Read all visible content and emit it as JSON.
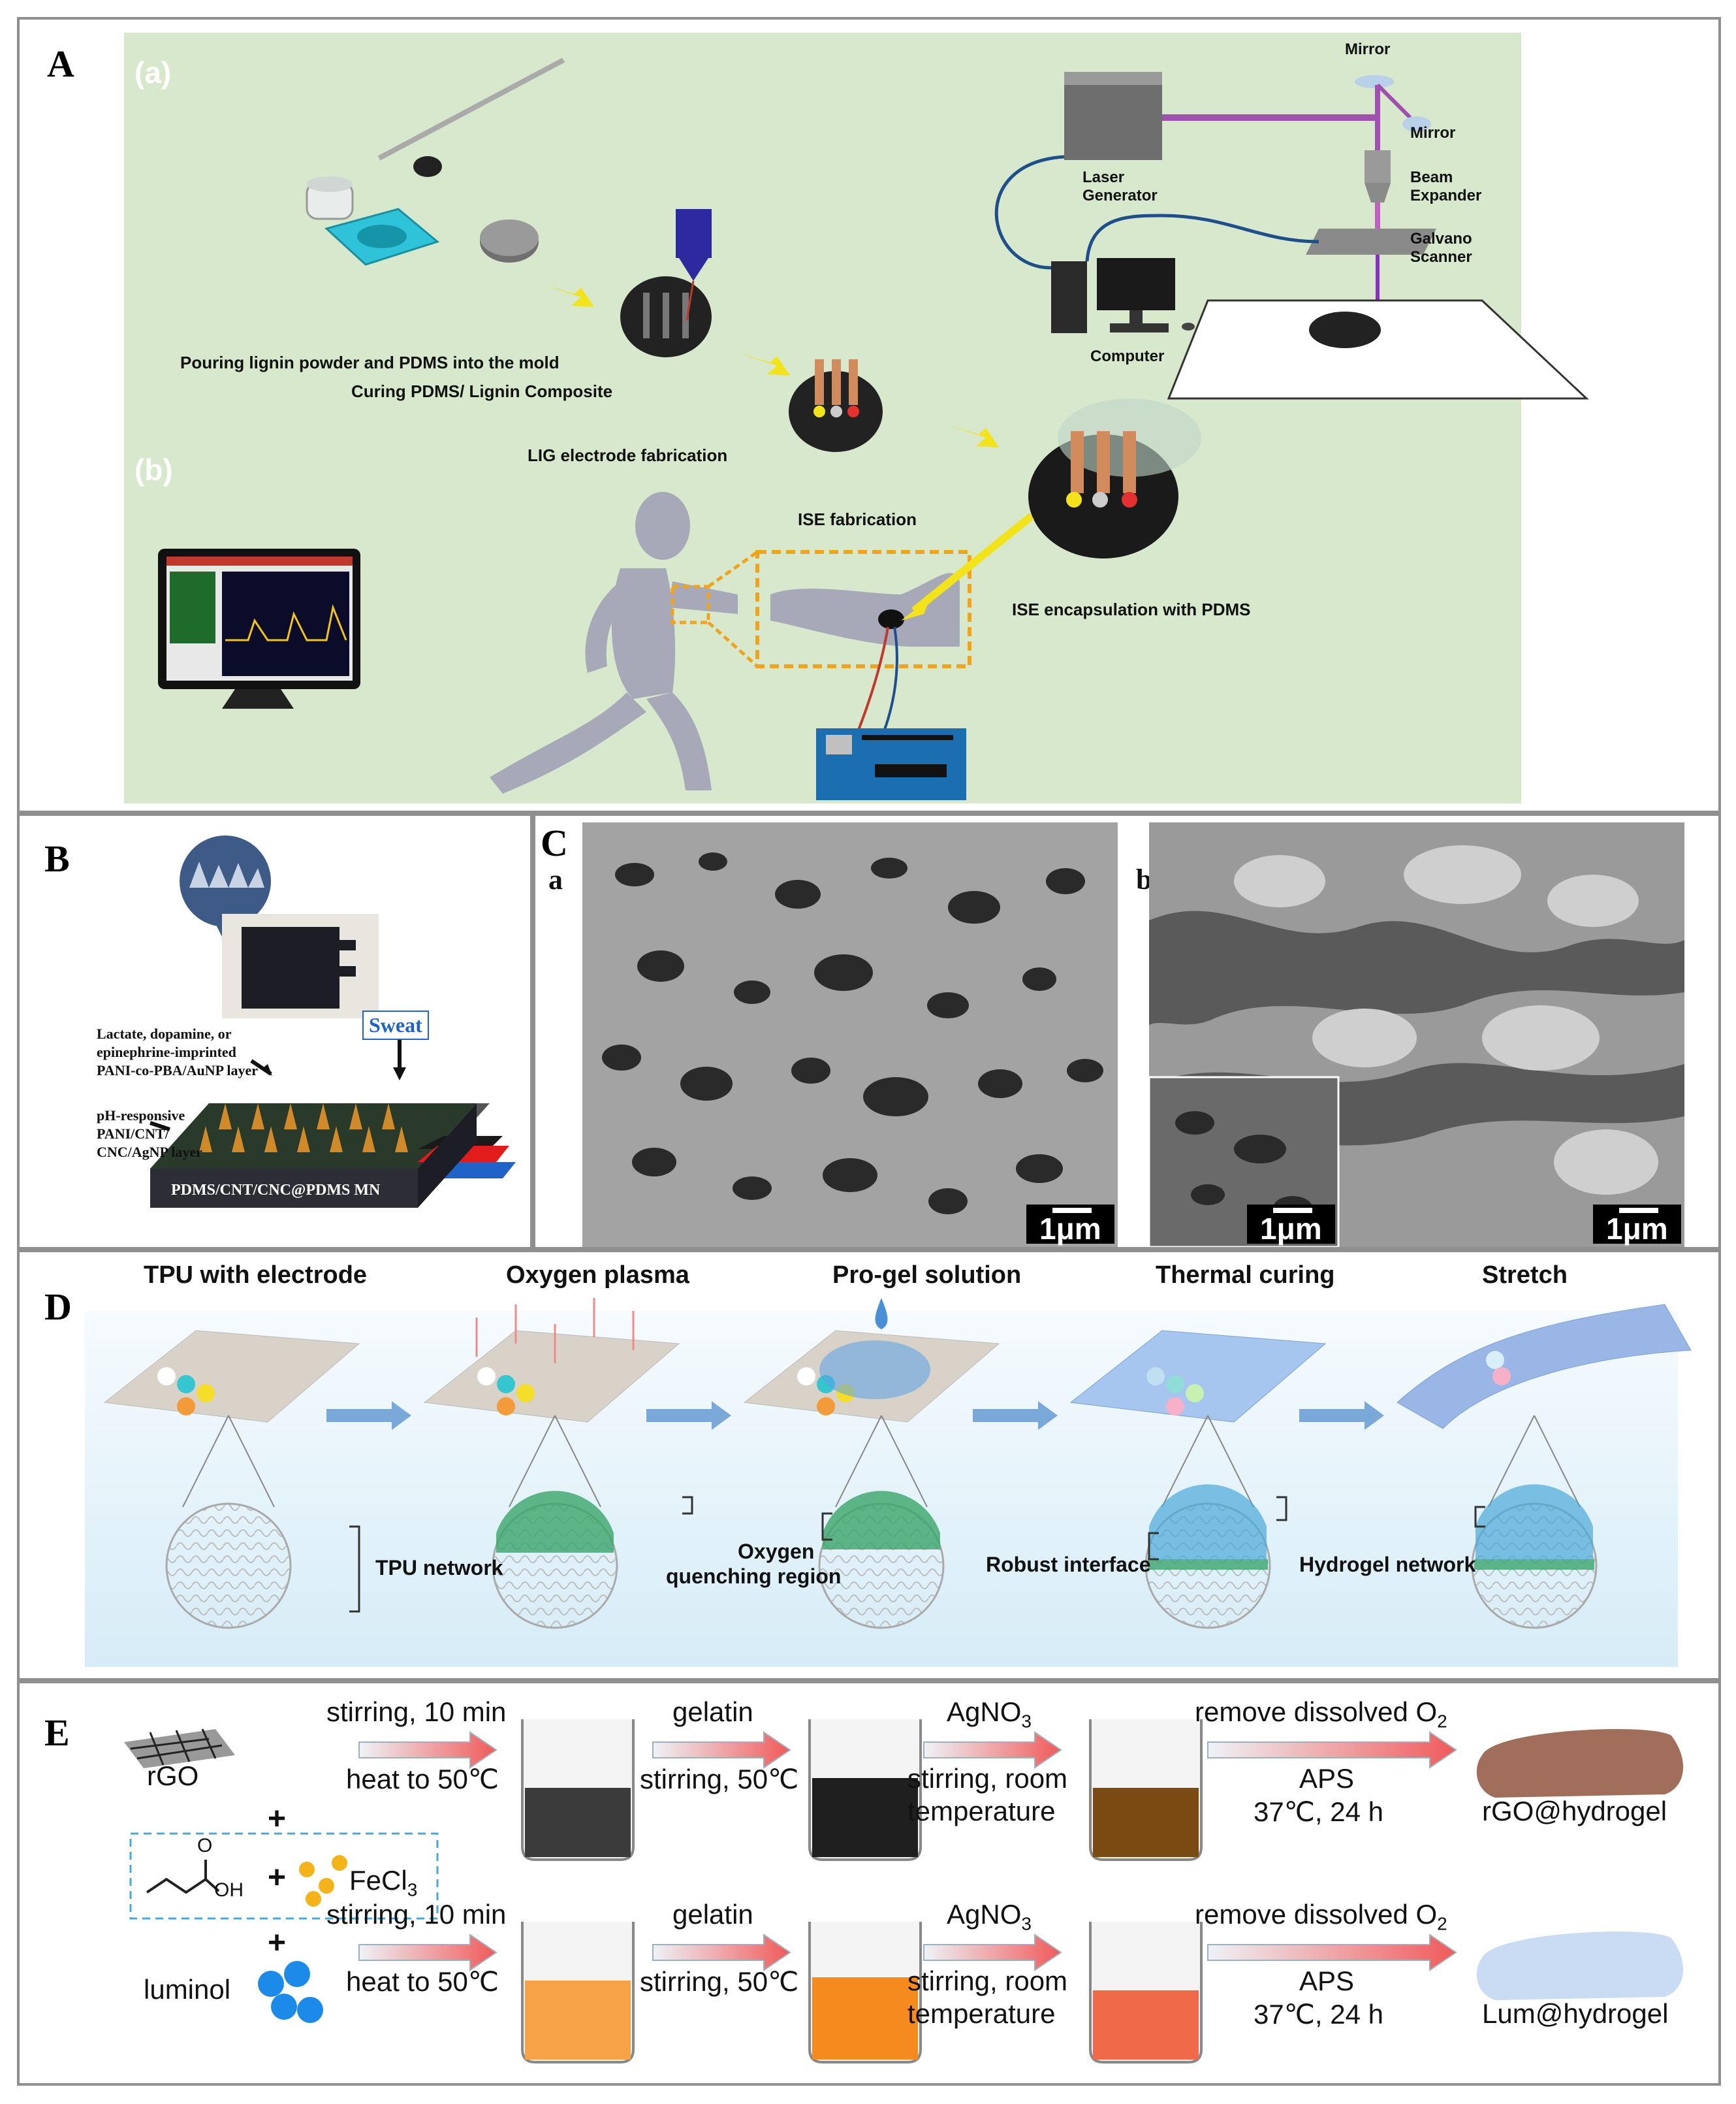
{
  "panelA": {
    "label": "A",
    "sub_a": "(a)",
    "sub_b": "(b)",
    "pouring": "Pouring lignin powder and PDMS into the mold",
    "curing": "Curing PDMS/ Lignin Composite",
    "lig": "LIG electrode fabrication",
    "ise": "ISE fabrication",
    "encap": "ISE encapsulation with PDMS",
    "mirror1": "Mirror",
    "mirror2": "Mirror",
    "laser": "Laser\nGenerator",
    "beam": "Beam\nExpander",
    "galvano": "Galvano\nScanner",
    "computer": "Computer"
  },
  "panelB": {
    "label": "B",
    "note1": "Lactate, dopamine, or epinephrine-imprinted PANI-co-PBA/AuNP layer",
    "note2": "pH-responsive PANI/CNT/ CNC/AgNP layer",
    "sweat": "Sweat",
    "base": "PDMS/CNT/CNC@PDMS MN"
  },
  "panelC": {
    "label": "C",
    "a": "a",
    "b": "b",
    "scale1": "1μm",
    "scale2": "1μm",
    "scale3": "1μm"
  },
  "panelD": {
    "label": "D",
    "steps": [
      "TPU with electrode",
      "Oxygen plasma",
      "Pro-gel solution",
      "Thermal curing",
      "Stretch"
    ],
    "tpu_network": "TPU network",
    "oxygen": "Oxygen",
    "quenching": "quenching region",
    "robust": "Robust interface",
    "hydrogel": "Hydrogel network"
  },
  "panelE": {
    "label": "E",
    "rgo": "rGO",
    "plus1": "+",
    "plus2": "+",
    "plus3": "+",
    "oh": "OH",
    "o": "O",
    "fecl": "FeCl",
    "fecl_sub": "3",
    "luminol": "luminol",
    "row1": {
      "a1": "stirring, 10 min",
      "a2": "heat to 50℃",
      "b1": "gelatin",
      "b2": "stirring, 50℃",
      "c1": "AgNO",
      "c1_sub": "3",
      "c2": "stirring, room",
      "c3": "temperature",
      "d1": "remove dissolved O",
      "d1_sub": "2",
      "d2": "APS",
      "d3": "37℃, 24 h",
      "product": "rGO@hydrogel"
    },
    "row2": {
      "a1": "stirring, 10 min",
      "a2": "heat to 50℃",
      "b1": "gelatin",
      "b2": "stirring, 50℃",
      "c1": "AgNO",
      "c1_sub": "3",
      "c2": "stirring, room",
      "c3": "temperature",
      "d1": "remove dissolved O",
      "d1_sub": "2",
      "d2": "APS",
      "d3": "37℃, 24 h",
      "product": "Lum@hydrogel"
    }
  },
  "colors": {
    "panelA_bg": "#d7e8cc",
    "laser_beam": "#a050b0",
    "cable": "#1f4e8c",
    "yellow_arrow": "#f2e31a",
    "orange_dash": "#f2a31c",
    "beaker_gray": "#3b3b3b",
    "beaker_brown": "#7a4a12",
    "beaker_orange": "#f58a1f",
    "beaker_red": "#f06a4a"
  }
}
